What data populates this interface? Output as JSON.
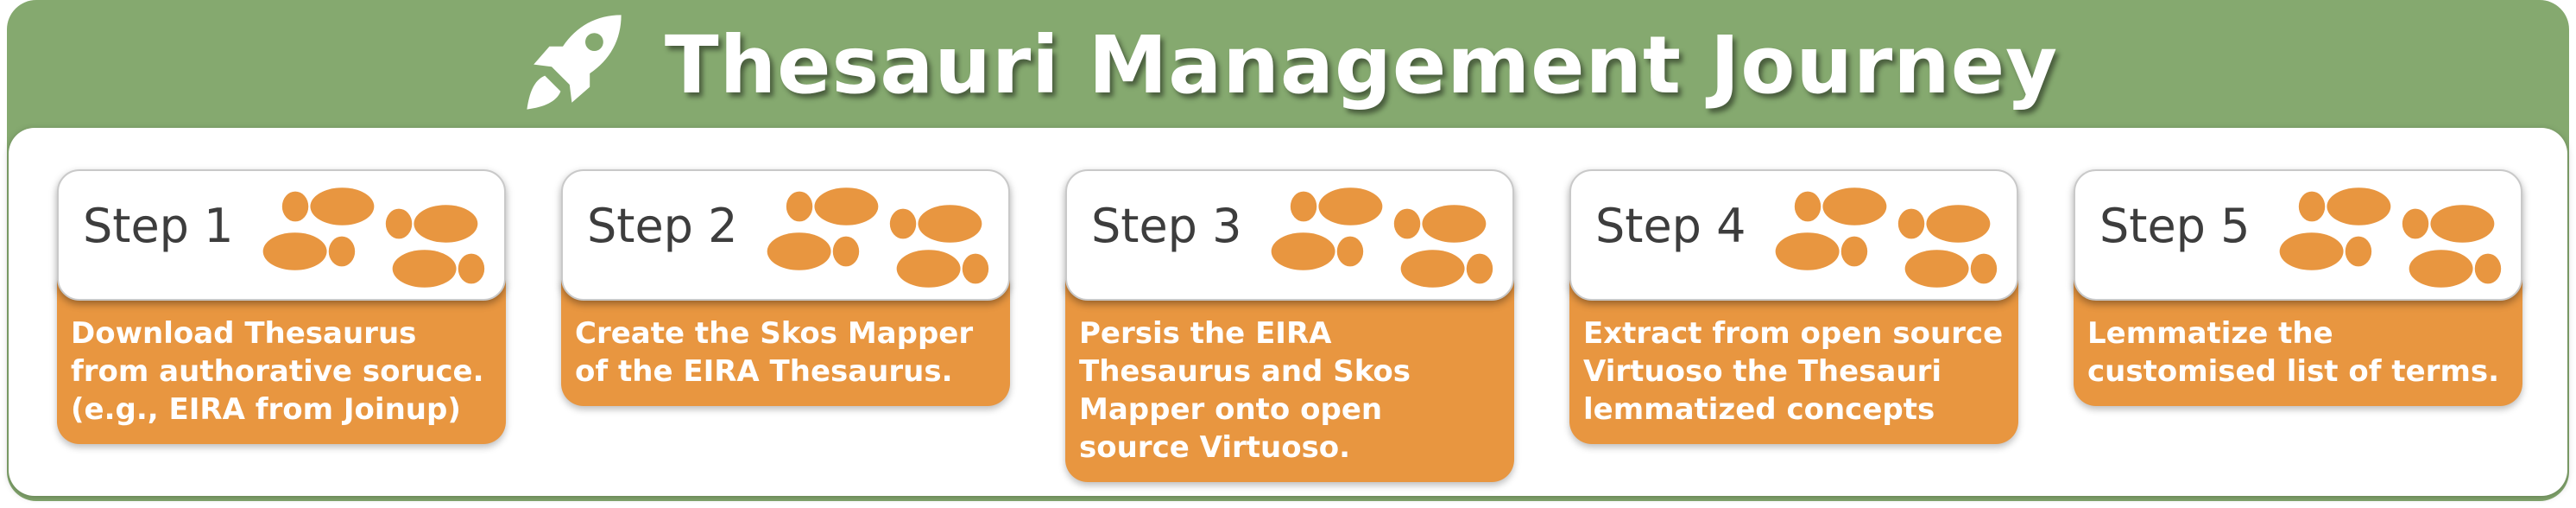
{
  "header": {
    "title": "Thesauri Management Journey",
    "icon": "rocket-icon"
  },
  "colors": {
    "banner": "#85a96f",
    "step_body": "#e89640",
    "footprint": "#e89640",
    "step_label": "#3d3d3d"
  },
  "steps": [
    {
      "label": "Step 1",
      "text": "Download Thesaurus from authorative soruce. (e.g., EIRA from Joinup)",
      "icon": "footprints-icon"
    },
    {
      "label": "Step 2",
      "text": "Create the Skos Mapper of the EIRA Thesaurus.",
      "icon": "footprints-icon"
    },
    {
      "label": "Step 3",
      "text": "Persis the EIRA Thesaurus and Skos Mapper onto open source Virtuoso.",
      "icon": "footprints-icon"
    },
    {
      "label": "Step 4",
      "text": "Extract from open source Virtuoso the Thesauri lemmatized concepts",
      "icon": "footprints-icon"
    },
    {
      "label": "Step 5",
      "text": "Lemmatize the customised list of terms.",
      "icon": "footprints-icon"
    }
  ]
}
